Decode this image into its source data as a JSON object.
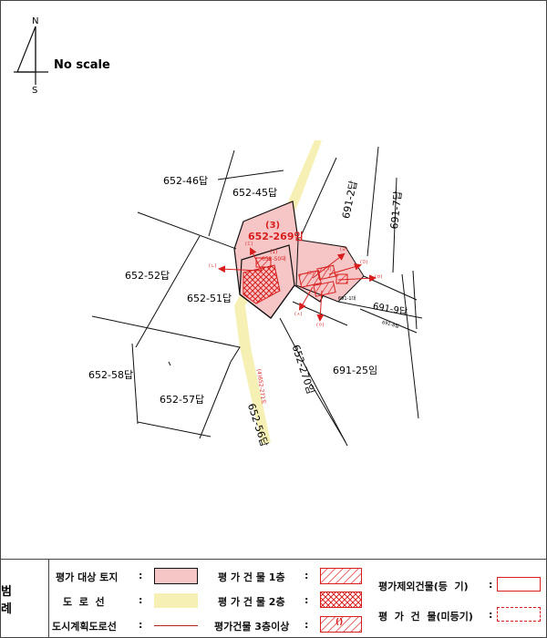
{
  "north_arrow": {
    "north": "N",
    "south": "S"
  },
  "scale_note": "No scale",
  "target_parcel": {
    "number": "(3)",
    "lot": "652-269임"
  },
  "sub_parcel": {
    "number": "(1)",
    "lot": "652-50대"
  },
  "parcels": [
    "652-46답",
    "652-45답",
    "691-2답",
    "691-7답",
    "652-52답",
    "652-51답",
    "691-9답",
    "691-25임",
    "652-270임",
    "652-58답",
    "652-57답",
    "652-56답"
  ],
  "small_labels": {
    "road_strip": "(4)652-271도",
    "lot_691_1": "691-1대",
    "lot_691_8": "691-8답",
    "bldg_b": "(ㄴ)",
    "bldg_c": "(ㄷ)",
    "bldg_d": "(ㄹ)",
    "bldg_e": "(ㅁ)",
    "bldg_f": "(ㅂ)",
    "bldg_g": "(ㅅ)",
    "bldg_h": "(ㅇ)",
    "bldg_inner": "(2)",
    "bldg_i": "(ㄱ)"
  },
  "legend": {
    "title": "범 례",
    "items": [
      {
        "label": "평가 대상 토지",
        "kind": "parcel-fill"
      },
      {
        "label": "도  로  선",
        "kind": "road"
      },
      {
        "label": "도시계획도로선",
        "kind": "planned-road"
      },
      {
        "label": "평 가 건 물 1층",
        "kind": "hatch-single"
      },
      {
        "label": "평 가 건 물 2층",
        "kind": "hatch-cross"
      },
      {
        "label": "평가건물 3층이상",
        "kind": "hatch-multi"
      },
      {
        "label": "평가제외건물(등  기)",
        "kind": "excluded-registered"
      },
      {
        "label": "평  가  건  물(미등기)",
        "kind": "excluded-unregistered"
      }
    ],
    "colon": ":",
    "multi_marker": "()"
  },
  "colors": {
    "parcel_fill": "#f6c6c6",
    "road_fill": "#f7f0b4",
    "accent_red": "#d81e1e",
    "line": "#111111"
  }
}
